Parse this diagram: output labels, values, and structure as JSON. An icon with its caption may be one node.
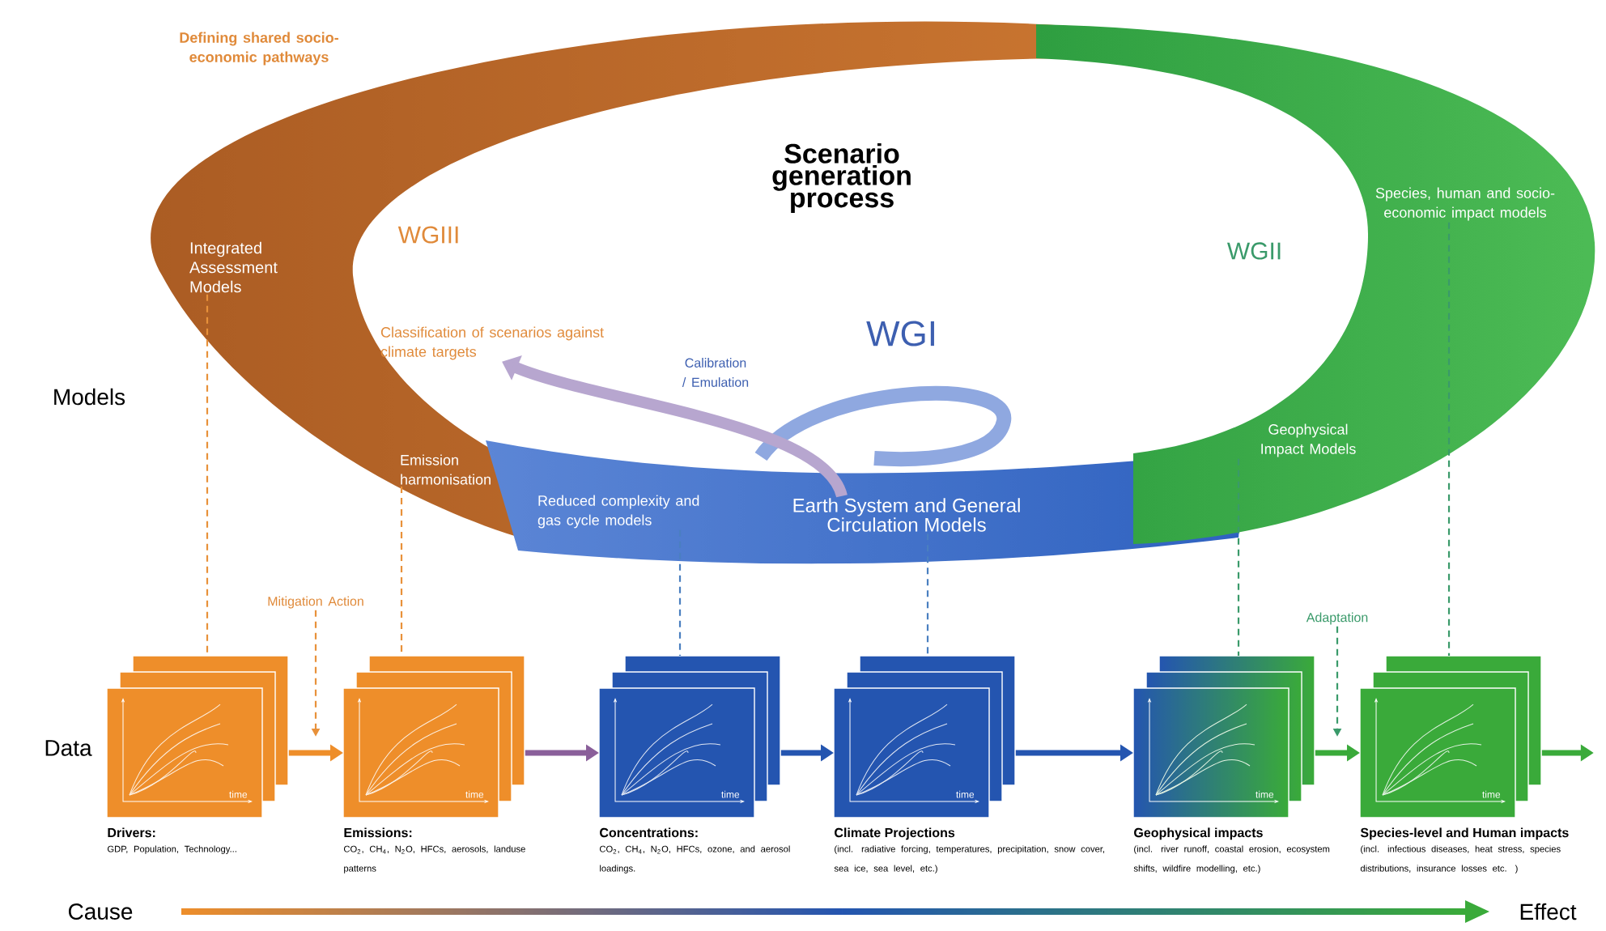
{
  "diagram": {
    "title": "Scenario generation process",
    "nodes": [
      {
        "text": [
          "time",
          "Drivers:",
          "GDP, Population, Technology..."
        ]
      },
      {
        "text": [
          "time",
          "Emissions:",
          "CO$_{2}$, CH$_{4}$, N$_{2}$O, HFCs, aerosols, landuse patterns"
        ]
      },
      {
        "text": [
          "time",
          "Concentrations:",
          "CO$_{2}$, CH$_{4}$, N$_{2}$O, HFCs, ozone, and aerosol loadings."
        ]
      },
      {
        "text": [
          "time",
          "Climate Projections",
          "(incl. radiative forcing, temperatures, precipitation, snow cover, sea ice, sea level, etc.)"
        ]
      },
      {
        "text": [
          "time",
          "Geophysical impacts",
          "(incl. river runoff, coastal erosion, ecosystem shifts, wildfire modelling, etc.)"
        ]
      },
      {
        "text": [
          "time",
          "Species-level and Human impacts",
          "(incl. infectious diseases, heat stress, species distributions, insurance losses etc. )"
        ]
      },
      {
        "text": [
          "Mitigation Action"
        ]
      },
      {
        "text": [
          "Adaptation"
        ]
      },
      {
        "text": [
          "Integrated Assessment Models"
        ]
      },
      {
        "text": [
          "Emission harmonisation"
        ]
      },
      {
        "text": [
          "Reduced complexity and gas cycle models"
        ]
      },
      {
        "text": [
          "Earth System and General Circulation Models"
        ]
      },
      {
        "text": [
          "Geophysical Impact Models"
        ]
      },
      {
        "text": [
          "Species, human and socio-economic impact models"
        ]
      },
      {
        "text": [
          "Classification of scenarios against climate targets"
        ]
      }
    ],
    "edges": [
      {
        "from": 0,
        "to": 1,
        "arrow": "to",
        "style": "thick",
        "color": "#ee8e2a"
      },
      {
        "from": 1,
        "to": 2,
        "arrow": "to",
        "style": "thick",
        "color": "#8a5f9a"
      },
      {
        "from": 2,
        "to": 3,
        "arrow": "to",
        "style": "thick",
        "color": "#2455b0"
      },
      {
        "from": 3,
        "to": 4,
        "arrow": "to",
        "style": "thick",
        "color": "#2455b0"
      },
      {
        "from": 4,
        "to": 5,
        "arrow": "to",
        "style": "thick",
        "color": "#3aaa3a"
      },
      {
        "from": 5,
        "to": null,
        "arrow": "to",
        "style": "thick",
        "color": "#3aaa3a"
      },
      {
        "from": 6,
        "to": null,
        "arrow": "to",
        "style": "dashed",
        "color": "#e8913a"
      },
      {
        "from": 7,
        "to": null,
        "arrow": "to",
        "style": "dashed",
        "color": "#3a9a6a"
      },
      {
        "from": 8,
        "to": 0,
        "arrow": "none",
        "style": "dashed",
        "color": "#e8913a"
      },
      {
        "from": 9,
        "to": 1,
        "arrow": "none",
        "style": "dashed",
        "color": "#e8913a"
      },
      {
        "from": 10,
        "to": 2,
        "arrow": "none",
        "style": "dashed",
        "color": "#4a7fc0"
      },
      {
        "from": 11,
        "to": 3,
        "arrow": "none",
        "style": "dashed",
        "color": "#4a7fc0"
      },
      {
        "from": 12,
        "to": 4,
        "arrow": "none",
        "style": "dashed",
        "color": "#3a9a6a"
      },
      {
        "from": 13,
        "to": 5,
        "arrow": "none",
        "style": "dashed",
        "color": "#3a9a6a"
      },
      {
        "from": 11,
        "to": 14,
        "arrow": "to",
        "label": "Calibration / Emulation",
        "style": "thick",
        "color": "#b7a6cf"
      }
    ],
    "labels": [
      "Defining shared socio-economic pathways",
      "WGIII",
      "WGII",
      "WGI",
      "Models",
      "Data",
      "Cause",
      "Effect"
    ]
  }
}
